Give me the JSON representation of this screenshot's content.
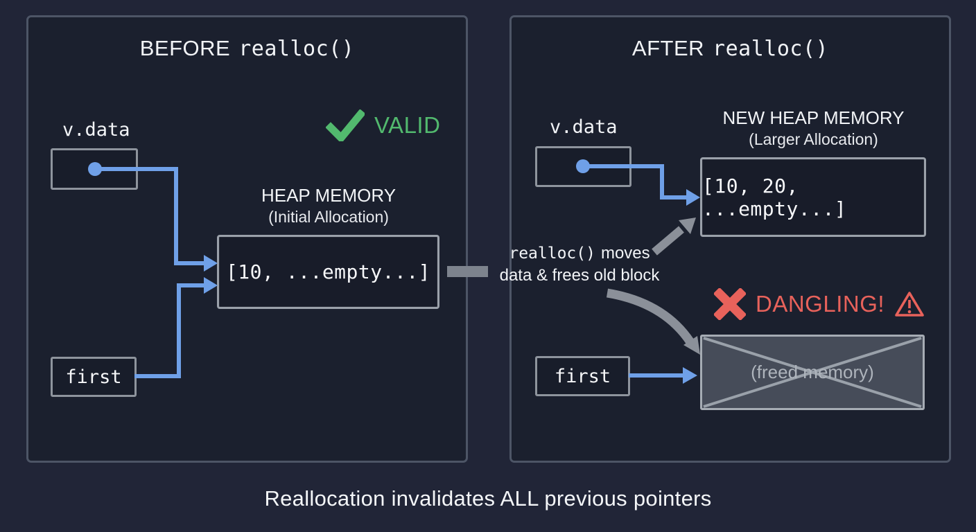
{
  "colors": {
    "background": "#212537",
    "panel_fill": "#1b202e",
    "panel_border": "#4d5566",
    "box_border": "#8e949d",
    "pointer_blue": "#6fa0e8",
    "valid_green": "#52b96e",
    "danger_red": "#e8625b",
    "arrow_gray": "#8b9099",
    "freed_fill_gray": "#848b96",
    "text_white": "#f2f4f7"
  },
  "before_panel": {
    "title": {
      "plain": "BEFORE",
      "code": "realloc()"
    },
    "vdata_label": "v.data",
    "first_label": "first",
    "valid_badge": "VALID",
    "heap_title": "HEAP MEMORY",
    "heap_subtitle": "(Initial Allocation)",
    "heap_contents": "[10, ...empty...]"
  },
  "after_panel": {
    "title": {
      "plain": "AFTER",
      "code": "realloc()"
    },
    "vdata_label": "v.data",
    "first_label": "first",
    "new_heap_title": "NEW HEAP MEMORY",
    "new_heap_subtitle": "(Larger Allocation)",
    "new_heap_contents": "[10, 20, ...empty...]",
    "dangling_badge": "DANGLING!",
    "freed_label": "(freed memory)"
  },
  "middle_note": {
    "code": "realloc()",
    "rest": "moves",
    "line2": "data & frees old block"
  },
  "caption": "Reallocation invalidates ALL previous pointers"
}
